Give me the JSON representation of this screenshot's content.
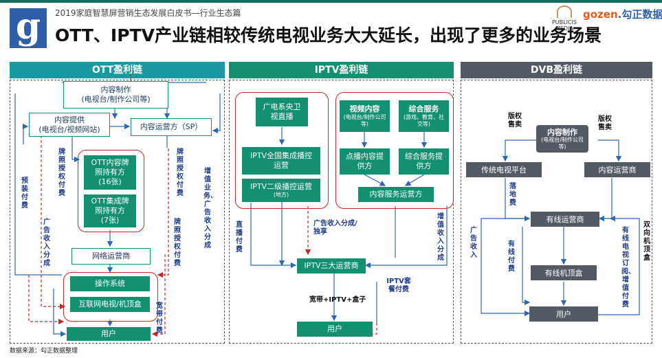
{
  "header": {
    "subtitle": "2019家庭智慧屏营销生态发展白皮书—行业生态篇",
    "title": "OTT、IPTV产业链相较传统电视业务大大延长，出现了更多的业务场景",
    "logo_g": "g",
    "logo_publicis": "PUBLICIS MEDIA",
    "logo_gozen_mark": "gozen",
    "logo_gozen_text": ".勾正数据"
  },
  "ott": {
    "head": "OTT盈利链",
    "content_maker": "内容制作",
    "content_maker_sub": "(电视台/制作公司等)",
    "content_provider": "内容提供",
    "content_provider_sub": "(电视台/视频网站)",
    "sp": "内容运营方（SP）",
    "license_ott": "OTT内容牌照持有方",
    "license_ott_count": "(16张)",
    "license_int": "OTT集成牌照持有方",
    "license_int_count": "(7张)",
    "network": "网络运营商",
    "os": "操作系统",
    "tv_box": "互联网电视/机顶盒",
    "user": "用户",
    "l_preinstall": "预装付费",
    "l_license_fee1": "牌照授权付费",
    "l_license_fee2": "牌照授权付费",
    "l_license_fee3": "牌照授权付费",
    "l_ad_share": "广告收入分成",
    "l_value_add": "增值业务、广告收入分成",
    "l_broadband": "宽带付费"
  },
  "iptv": {
    "head": "IPTV盈利链",
    "cctv": "广电系央卫视直播",
    "national": "IPTV全国集成播控运营",
    "regional": "IPTV二级播控运营",
    "regional_sub": "(地方)",
    "video": "视频内容",
    "video_sub": "(电视台/制作公司等)",
    "integrated": "综合服务",
    "integrated_sub": "(游戏、教育、社交等)",
    "vod": "点播内容提供方",
    "isp": "综合服务提供方",
    "content_service": "内容服务运营方",
    "carriers": "IPTV三大运营商",
    "user": "用户",
    "l_live_fee": "直播付费",
    "l_ad_share": "广告收入分成/独享",
    "l_value_add": "增值收入分成",
    "l_package": "IPTV套餐付费",
    "l_bundle": "宽带+IPTV+盒子"
  },
  "dvb": {
    "head": "DVB盈利链",
    "content_maker": "内容制作",
    "content_maker_sub": "(电视台/制作公司等)",
    "tv_platform": "传统电视平台",
    "content_operator": "内容运营商",
    "cable": "有线运营商",
    "stb": "有线机顶盒",
    "user": "用户",
    "l_copyright1": "版权售卖",
    "l_copyright2": "版权售卖",
    "l_landing": "落地费",
    "l_ad": "广告收入",
    "l_cable_fee": "有线付费",
    "l_subscription": "有线电视订阅、增值付费",
    "l_dual": "双向机顶盒"
  },
  "source": "数据来源：勾正数据整理",
  "colors": {
    "green": "#12906f",
    "teal_head": "#1a9aa0",
    "dark_head": "#535a64",
    "arrow_blue": "#2f66b3",
    "frame_red": "#c62828"
  }
}
